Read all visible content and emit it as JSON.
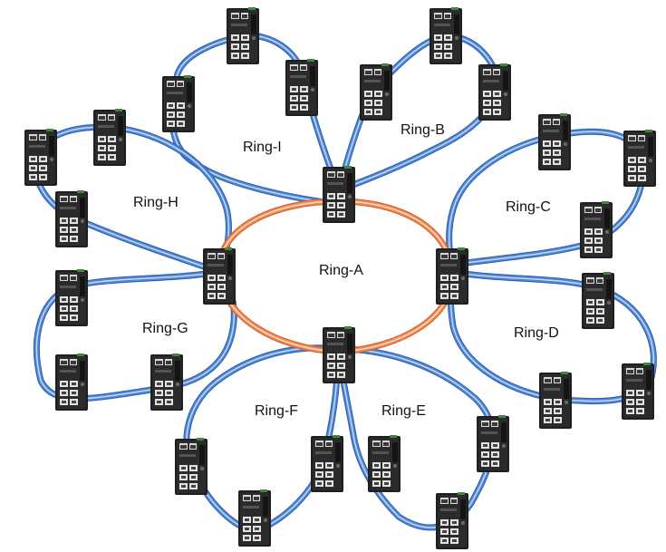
{
  "diagram": {
    "main_ring": {
      "id": "A",
      "label": "Ring-A",
      "cable_color": "#f08a55"
    },
    "sub_ring_cable_color": "#4f86d6",
    "sub_rings": [
      {
        "id": "I",
        "label": "Ring-I",
        "switch_count": 3
      },
      {
        "id": "B",
        "label": "Ring-B",
        "switch_count": 3
      },
      {
        "id": "H",
        "label": "Ring-H",
        "switch_count": 3
      },
      {
        "id": "C",
        "label": "Ring-C",
        "switch_count": 3
      },
      {
        "id": "G",
        "label": "Ring-G",
        "switch_count": 3
      },
      {
        "id": "D",
        "label": "Ring-D",
        "switch_count": 3
      },
      {
        "id": "F",
        "label": "Ring-F",
        "switch_count": 3
      },
      {
        "id": "E",
        "label": "Ring-E",
        "switch_count": 3
      }
    ],
    "node_icon": "industrial-ethernet-switch-icon"
  }
}
